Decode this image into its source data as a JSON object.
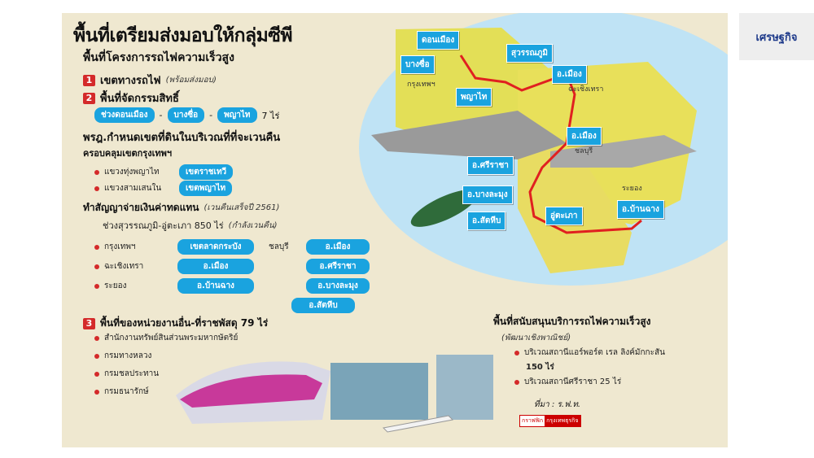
{
  "brand": "เศรษฐกิจ",
  "title": "พื้นที่เตรียมส่งมอบให้กลุ่มซีพี",
  "subtitle": "พื้นที่โครงการรถไฟความเร็วสูง",
  "item1": {
    "num": "1",
    "label": "เขตทางรถไฟ",
    "note": "(พร้อมส่งมอบ)"
  },
  "item2": {
    "num": "2",
    "label": "พื้นที่จัดกรรมสิทธิ์",
    "pills": [
      "ช่วงดอนเมือง",
      "บางซื่อ",
      "พญาไท"
    ],
    "dash": "-",
    "area": "7 ไร่"
  },
  "decree": {
    "heading": "พรฎ.กำหนดเขตที่ดินในบริเวณที่ที่จะเวนคืน",
    "coverage": "ครอบคลุมเขตกรุงเทพฯ",
    "rows": [
      {
        "area": "แขวงทุ่งพญาไท",
        "district": "เขตราชเทวี"
      },
      {
        "area": "แขวงสามเสนใน",
        "district": "เขตพญาไท"
      }
    ]
  },
  "compensation": {
    "heading": "ทำสัญญาจ่ายเงินค่าทดแทน",
    "note": "(เวนคืนเสร็จปี 2561)",
    "segment": "ช่วงสุวรรณภูมิ-อู่ตะเภา 850 ไร่",
    "segment_note": "(กำลังเวนคืน)",
    "rows": [
      {
        "province": "กรุงเทพฯ",
        "district": "เขตลาดกระบัง",
        "province2": "ชลบุรี",
        "district2": "อ.เมือง"
      },
      {
        "province": "ฉะเชิงเทรา",
        "district": "อ.เมือง",
        "province2": "",
        "district2": "อ.ศรีราชา"
      },
      {
        "province": "ระยอง",
        "district": "อ.บ้านฉาง",
        "province2": "",
        "district2": "อ.บางละมุง"
      }
    ],
    "extra": "อ.สัตหีบ"
  },
  "item3": {
    "num": "3",
    "label": "พื้นที่ของหน่วยงานอื่น-ที่ราชพัสดุ 79 ไร่",
    "agencies": [
      "สำนักงานทรัพย์สินส่วนพระมหากษัตริย์",
      "กรมทางหลวง",
      "กรมชลประทาน",
      "กรมธนารักษ์"
    ]
  },
  "support": {
    "heading": "พื้นที่สนับสนุนบริการรถไฟความเร็วสูง",
    "note": "(พัฒนาเชิงพาณิชย์)",
    "items": [
      {
        "line1": "บริเวณสถานีแอร์พอร์ต เรล ลิงค์มักกะสัน",
        "line2": "150 ไร่"
      },
      {
        "line1": "บริเวณสถานีศรีราชา 25 ไร่",
        "line2": ""
      }
    ]
  },
  "map": {
    "stations": [
      "ดอนเมือง",
      "บางซื่อ",
      "สุวรรณภูมิ",
      "พญาไท",
      "อ.เมือง",
      "อ.เมือง",
      "อ.ศรีราชา",
      "อ.บางละมุง",
      "อ.สัตหีบ",
      "อู่ตะเภา",
      "อ.บ้านฉาง"
    ],
    "provinces": [
      "กรุงเทพฯ",
      "ฉะเชิงเทรา",
      "ชลบุรี",
      "ระยอง"
    ]
  },
  "credit": "ที่มา : ร.ฟ.ท.",
  "logo": [
    "กราฟฟิก",
    "กรุงเทพธุรกิจ"
  ],
  "colors": {
    "accent": "#1aa3df",
    "number": "#d42a2a",
    "route": "#e02020",
    "land": "#e8e05a"
  }
}
